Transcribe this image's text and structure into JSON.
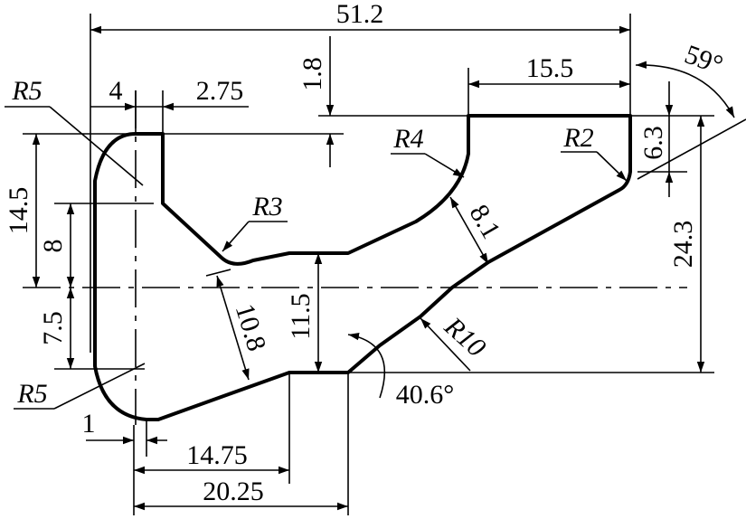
{
  "drawing": {
    "dimensions": {
      "overall_length": "51.2",
      "top_width_left": "4",
      "top_step": "2.75",
      "offset_top": "1.8",
      "right_top": "15.5",
      "angle_top": "59°",
      "radius_r2": "R2",
      "right_step": "6.3",
      "right_height": "24.3",
      "left_height": "14.5",
      "left_upper": "8",
      "left_lower": "7.5",
      "radius_r5_top": "R5",
      "radius_r5_bottom": "R5",
      "radius_r3": "R3",
      "radius_r4": "R4",
      "throat_8_1": "8.1",
      "neck_10_8": "10.8",
      "neck_11_5": "11.5",
      "radius_r10": "R10",
      "angle_bottom": "40.6°",
      "bottom_offset_1": "1",
      "bottom_14_75": "14.75",
      "bottom_20_25": "20.25"
    }
  }
}
